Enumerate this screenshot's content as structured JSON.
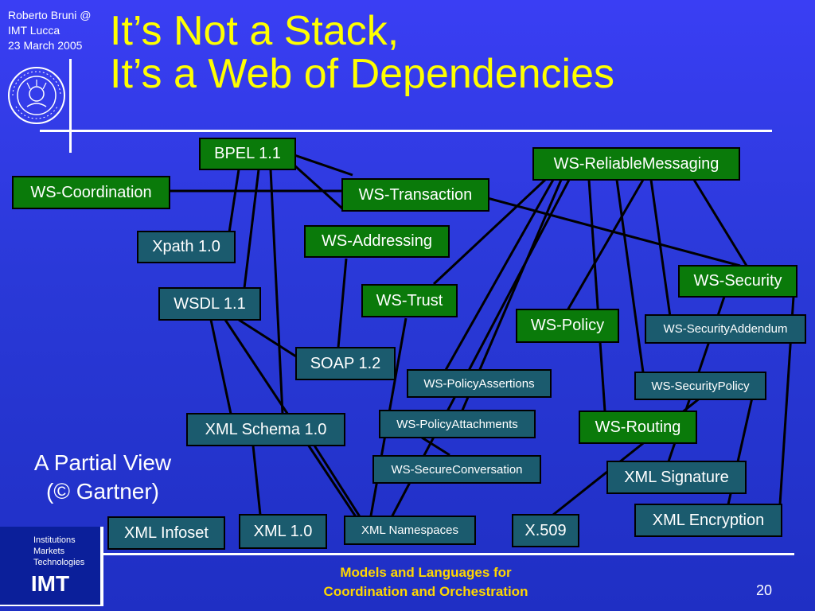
{
  "header": {
    "author_line1": "Roberto Bruni @",
    "author_line2": "IMT Lucca",
    "author_line3": "23 March 2005",
    "title_line1": "It’s Not a Stack,",
    "title_line2": "It’s a Web of Dependencies"
  },
  "nodes": {
    "bpel": "BPEL 1.1",
    "ws_reliablemessaging": "WS-ReliableMessaging",
    "ws_coordination": "WS-Coordination",
    "ws_transaction": "WS-Transaction",
    "xpath": "Xpath 1.0",
    "ws_addressing": "WS-Addressing",
    "ws_security": "WS-Security",
    "wsdl": "WSDL 1.1",
    "ws_trust": "WS-Trust",
    "ws_policy": "WS-Policy",
    "ws_securityaddendum": "WS-SecurityAddendum",
    "soap": "SOAP 1.2",
    "ws_policyassertions": "WS-PolicyAssertions",
    "ws_securitypolicy": "WS-SecurityPolicy",
    "xml_schema": "XML Schema 1.0",
    "ws_policyattachments": "WS-PolicyAttachments",
    "ws_routing": "WS-Routing",
    "ws_secureconversation": "WS-SecureConversation",
    "xml_signature": "XML Signature",
    "xml_encryption": "XML Encryption",
    "xml_infoset": "XML Infoset",
    "xml_10": "XML 1.0",
    "xml_namespaces": "XML Namespaces",
    "x509": "X.509"
  },
  "caption": {
    "line1": "A Partial View",
    "line2": "(© Gartner)"
  },
  "logo": {
    "line1": "Institutions",
    "line2": "Markets",
    "line3": "Technologies",
    "name": "IMT"
  },
  "footer": {
    "line1": "Models and Languages for",
    "line2": "Coordination and Orchestration",
    "page": "20"
  },
  "colors": {
    "background": "#2a39d8",
    "title": "#ffff00",
    "footer": "#ffd700",
    "node_green": "#0a7a0a",
    "node_teal": "#1b5b6e"
  }
}
